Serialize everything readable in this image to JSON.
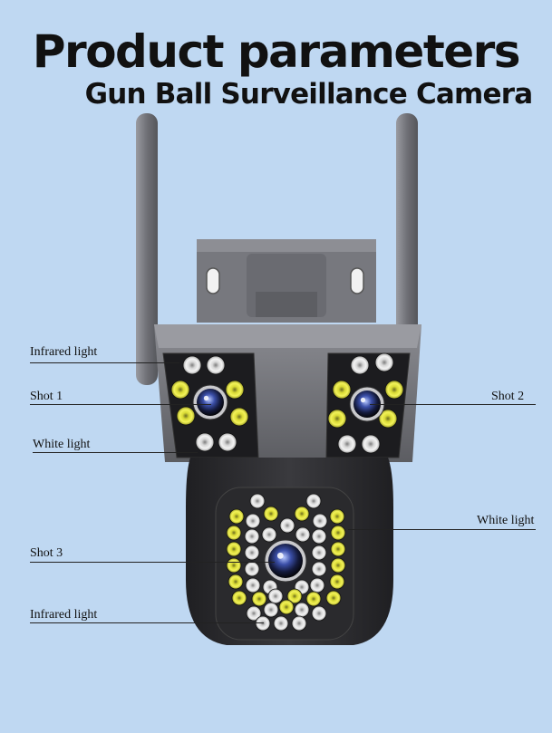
{
  "title": "Product parameters",
  "subtitle": "Gun Ball Surveillance Camera",
  "callouts": {
    "infrared_top": "Infrared light",
    "shot1": "Shot 1",
    "white_left": "White light",
    "shot2": "Shot 2",
    "white_right": "White light",
    "shot3": "Shot 3",
    "infrared_bottom": "Infrared light"
  },
  "colors": {
    "background": "#bfd8f2",
    "body": "#4a4a4f",
    "body_light": "#7a7b82",
    "panel": "#1c1c1f",
    "led_white": "#e9e9e9",
    "led_yellow": "#e9ea3a",
    "lens": "#3b4fa8"
  }
}
